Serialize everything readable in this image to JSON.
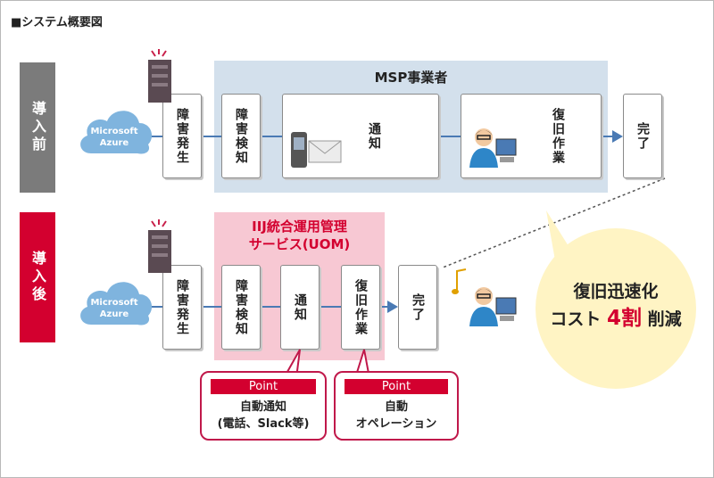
{
  "title": "■システム概要図",
  "row_labels": {
    "before": "導入前",
    "after": "導入後"
  },
  "cloud_label_line1": "Microsoft",
  "cloud_label_line2": "Azure",
  "msp_panel_title": "MSP事業者",
  "uom_panel_title_line1": "IIJ統合運用管理",
  "uom_panel_title_line2": "サービス(UOM)",
  "steps": {
    "occurrence": "障害発生",
    "detection": "障害検知",
    "notification": "通知",
    "recovery": "復旧作業",
    "complete": "完了"
  },
  "points": [
    {
      "badge": "Point",
      "line1": "自動通知",
      "line2": "(電話、Slack等)"
    },
    {
      "badge": "Point",
      "line1": "自動",
      "line2": "オペレーション"
    }
  ],
  "result": {
    "line1": "復旧迅速化",
    "line2_prefix": "コスト",
    "line2_number": "4割",
    "line2_suffix": "削減"
  },
  "colors": {
    "brand_red": "#d3002f",
    "msp_panel": "#d3e0ec",
    "uom_panel": "#f7c8d3",
    "bubble": "#fff4c4",
    "cloud": "#7fb4de",
    "arrow": "#4a7ab4"
  },
  "icons": [
    "server-icon",
    "cloud-icon",
    "phone-mail-icon",
    "engineer-pc-icon",
    "music-note-icon"
  ]
}
